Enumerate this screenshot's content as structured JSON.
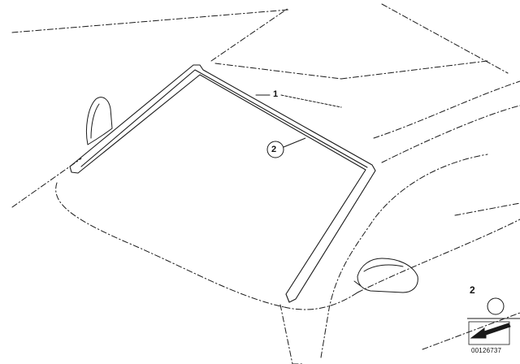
{
  "callouts": {
    "windscreen": "1",
    "seal": "2"
  },
  "legend": {
    "number": "2"
  },
  "drawing_code": "00126737",
  "colors": {
    "line": "#1a1a1a",
    "background": "#ffffff"
  }
}
